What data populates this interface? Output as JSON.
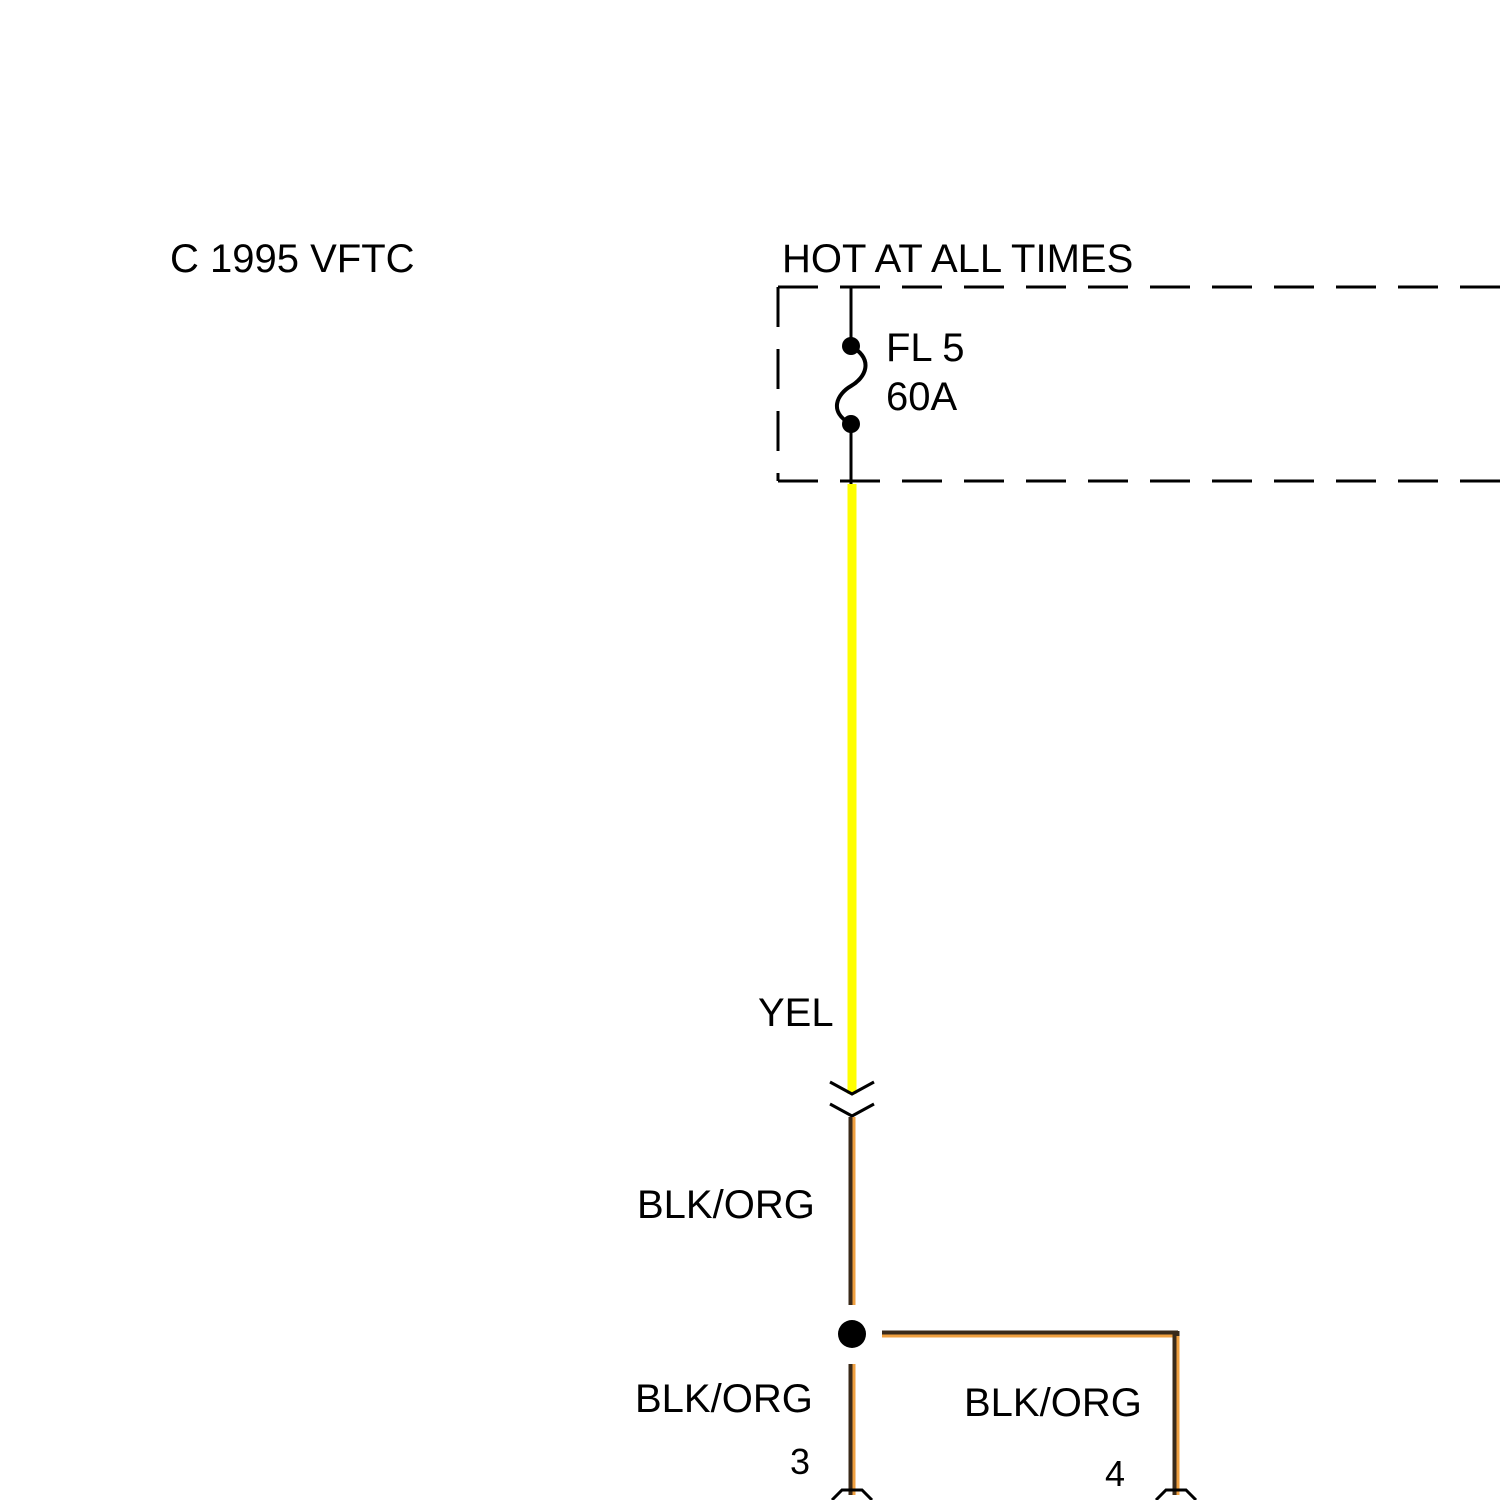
{
  "copyright": "C  1995 VFTC",
  "power_label": "HOT AT ALL TIMES",
  "fuse": {
    "name": "FL 5",
    "rating": "60A"
  },
  "wires": {
    "feed": {
      "label": "YEL",
      "color": "#ffff00"
    },
    "after_connector": {
      "label": "BLK/ORG",
      "base_color": "#3a2a1a",
      "stripe_color": "#f0a040"
    },
    "left_branch": {
      "label": "BLK/ORG"
    },
    "right_branch": {
      "label": "BLK/ORG"
    }
  },
  "pins": {
    "left": "3",
    "right": "4"
  },
  "colors": {
    "line": "#000000",
    "dash": "#000000"
  }
}
